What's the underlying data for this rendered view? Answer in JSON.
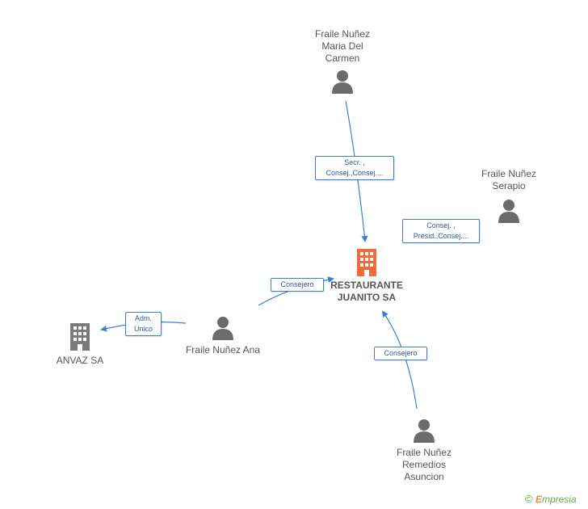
{
  "nodes": {
    "maria": {
      "lines": [
        "Fraile Nuñez",
        "Maria Del",
        "Carmen"
      ]
    },
    "serapio": {
      "lines": [
        "Fraile Nuñez",
        "Serapio"
      ]
    },
    "ana": {
      "lines": [
        "Fraile Nuñez Ana"
      ]
    },
    "remedios": {
      "lines": [
        "Fraile Nuñez",
        "Remedios",
        "Asuncion"
      ]
    },
    "anvaz": {
      "lines": [
        "ANVAZ SA"
      ]
    },
    "restaurante": {
      "lines": [
        "RESTAURANTE",
        "JUANITO SA"
      ]
    }
  },
  "edges": {
    "maria": [
      "Secr. ,",
      "Consej.,Consej...."
    ],
    "serapio": [
      "Consej. ,",
      "Presid.,Consej...."
    ],
    "ana_rest": [
      "Consejero"
    ],
    "ana_anvaz": [
      "Adm.",
      "Unico"
    ],
    "remedios": [
      "Consejero"
    ]
  },
  "colors": {
    "edge": "#3d7fd6",
    "person": "#6b6b6b",
    "company_main": "#f26b3a",
    "company": "#7a7a7a"
  },
  "brand": {
    "copyright": "©",
    "first": "E",
    "rest": "mpresia"
  }
}
